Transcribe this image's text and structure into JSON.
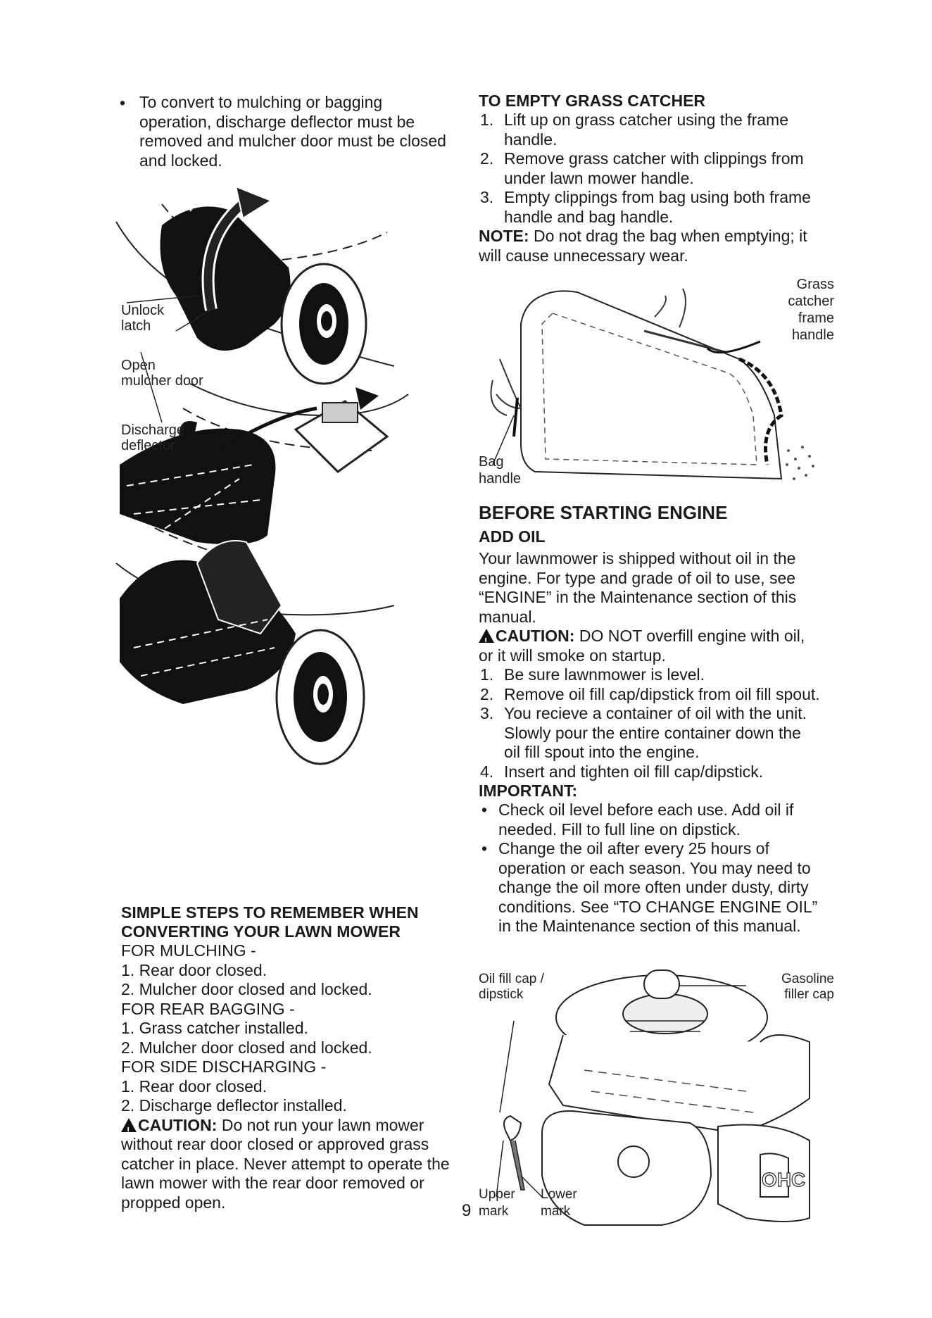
{
  "left": {
    "bullet_intro": "To convert to mulching or bagging operation, discharge deflector must be removed and mulcher door must be closed and locked.",
    "fig1_labels": {
      "unlock": "Unlock",
      "latch": "latch",
      "open": "Open",
      "mulcher_door": "mulcher door",
      "discharge": "Discharge",
      "deflector": "deflector"
    },
    "simple_steps_title_1": "SIMPLE STEPS TO REMEMBER WHEN",
    "simple_steps_title_2": "CONVERTING YOUR LAWN MOWER",
    "for_mulching": "FOR MULCHING -",
    "mulching_1": "1.  Rear door closed.",
    "mulching_2": "2.  Mulcher door closed and locked.",
    "for_rear_bagging": "FOR REAR BAGGING -",
    "bagging_1": "1.  Grass catcher installed.",
    "bagging_2": "2.  Mulcher door closed and locked.",
    "for_side": "FOR SIDE DISCHARGING -",
    "side_1": "1.  Rear door closed.",
    "side_2": "2.  Discharge deflector installed.",
    "caution_label": "CAUTION:",
    "caution_text": " Do not run your lawn mower without rear door closed or approved grass catcher in place. Never attempt to operate the lawn mower with the rear door removed or propped open."
  },
  "right": {
    "empty_title": "TO EMPTY GRASS CATCHER",
    "empty_1": "Lift up on grass catcher using the frame handle.",
    "empty_2": "Remove grass catcher with clippings from under lawn mower handle.",
    "empty_3": "Empty clippings from bag using both frame handle and bag handle.",
    "note_label": "NOTE:",
    "note_text": " Do not drag the bag when emptying; it will cause unnecessary wear.",
    "fig_catcher_labels": {
      "grass": "Grass",
      "catcher": "catcher",
      "frame": "frame",
      "handle": "handle",
      "bag": "Bag",
      "bag_handle": "handle"
    },
    "before_title": "BEFORE STARTING ENGINE",
    "add_oil_title": "ADD OIL",
    "add_oil_text": "Your lawnmower is shipped without oil in the engine. For type and grade of oil to use, see “ENGINE” in the Maintenance section of this manual.",
    "caution_label": "CAUTION:",
    "caution_text": " DO NOT overfill engine with oil, or it will smoke on startup.",
    "oil_1": "Be sure lawnmower is level.",
    "oil_2": "Remove oil fill cap/dipstick from oil fill spout.",
    "oil_3": "You recieve a container of oil with the unit. Slowly pour the entire container down the oil fill spout into the engine.",
    "oil_4": "Insert and tighten oil fill cap/dipstick.",
    "important_label": "IMPORTANT:",
    "important_1": "Check oil level before each use. Add oil if needed. Fill to full line on dipstick.",
    "important_2": "Change the oil after every 25 hours of operation or each season. You may need to change the oil more often under dusty, dirty conditions. See “TO CHANGE ENGINE OIL” in the Maintenance section of this manual.",
    "fig_engine_labels": {
      "oil_fill_cap": "Oil fill cap /",
      "dipstick": "dipstick",
      "gasoline": "Gasoline",
      "filler_cap": "filler cap",
      "upper": "Upper",
      "upper_mark": "mark",
      "lower": "Lower",
      "lower_mark": "mark",
      "ohc": "OHC"
    }
  },
  "page_number": "9"
}
